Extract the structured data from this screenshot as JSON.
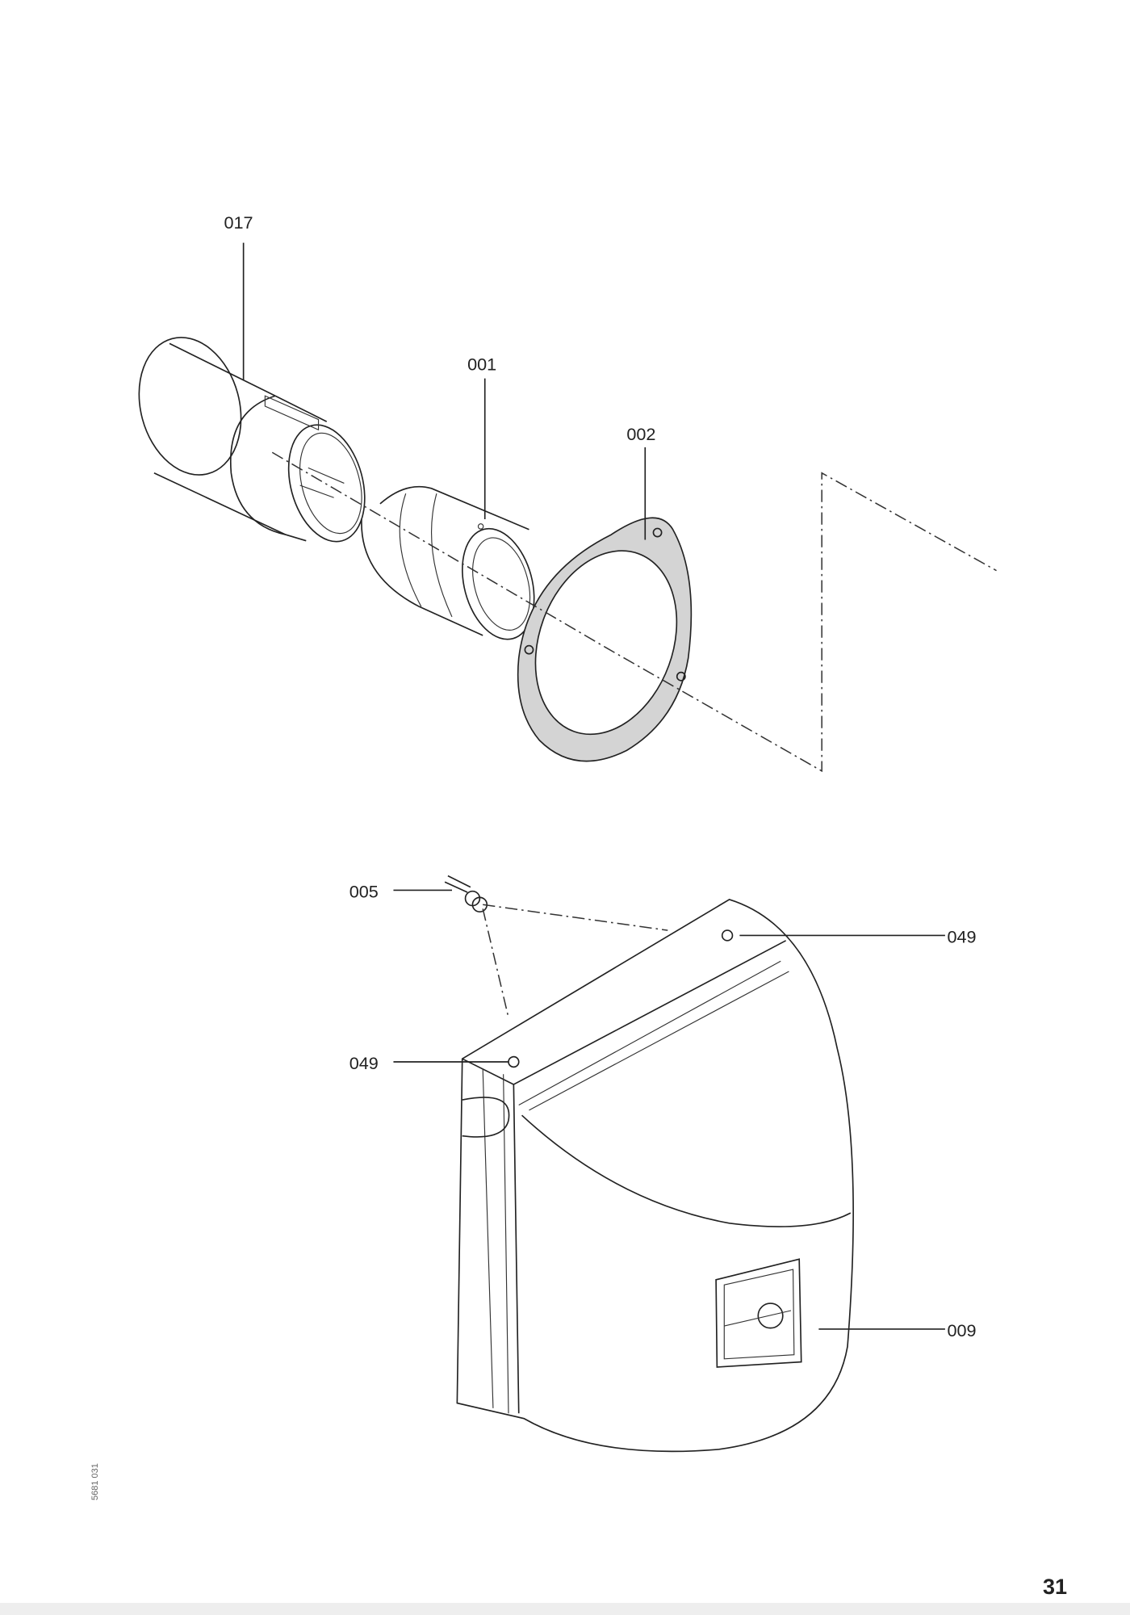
{
  "callouts": {
    "part_017": "017",
    "part_001": "001",
    "part_002": "002",
    "part_005": "005",
    "part_049_right": "049",
    "part_049_left": "049",
    "part_009": "009"
  },
  "document_id": "5681 031",
  "page_number": "31"
}
